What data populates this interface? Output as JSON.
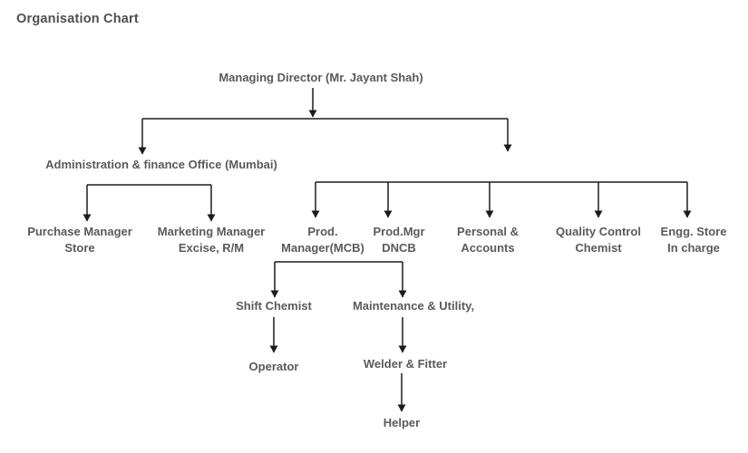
{
  "page": {
    "title": "Organisation Chart"
  },
  "colors": {
    "background": "#ffffff",
    "title": "#4f4f4f",
    "text": "#5a5a5a",
    "line": "#1c1c1c"
  },
  "org": {
    "managing_director": {
      "label": "Managing Director (Mr. Jayant Shah)"
    },
    "admin_finance_office": {
      "label": "Administration & finance Office (Mumbai)"
    },
    "purchase_manager": {
      "line1": "Purchase Manager",
      "line2": "Store"
    },
    "marketing_manager": {
      "line1": "Marketing Manager",
      "line2": "Excise, R/M"
    },
    "prod_manager_mcb": {
      "line1": "Prod.",
      "line2": "Manager(MCB)"
    },
    "prod_mgr_dncb": {
      "line1": "Prod.Mgr",
      "line2": "DNCB"
    },
    "personal_accounts": {
      "line1": "Personal &",
      "line2": "Accounts"
    },
    "quality_control_chemist": {
      "line1": "Quality Control",
      "line2": "Chemist"
    },
    "engg_store_incharge": {
      "line1": "Engg. Store",
      "line2": "In charge"
    },
    "shift_chemist": {
      "label": "Shift Chemist"
    },
    "maintenance_utility": {
      "label": "Maintenance & Utility,"
    },
    "operator": {
      "label": "Operator"
    },
    "welder_fitter": {
      "label": "Welder & Fitter"
    },
    "helper": {
      "label": "Helper"
    }
  }
}
